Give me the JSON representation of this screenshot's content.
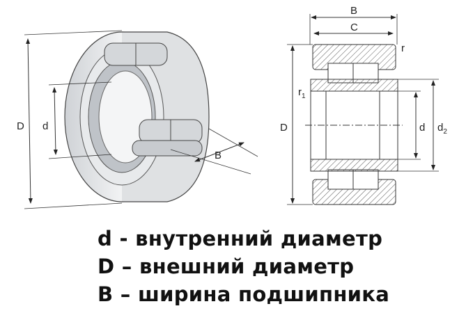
{
  "left_figure": {
    "labels": {
      "D": "D",
      "d": "d",
      "B": "B"
    }
  },
  "right_figure": {
    "labels": {
      "B": "B",
      "C": "C",
      "r": "r",
      "r1": "r",
      "r1_sub": "1",
      "D": "D",
      "d": "d",
      "d2": "d",
      "d2_sub": "2"
    }
  },
  "legend": [
    {
      "text": "d - внутренний диаметр"
    },
    {
      "text": "D – внешний диаметр"
    },
    {
      "text": "B – ширина подшипника"
    }
  ]
}
